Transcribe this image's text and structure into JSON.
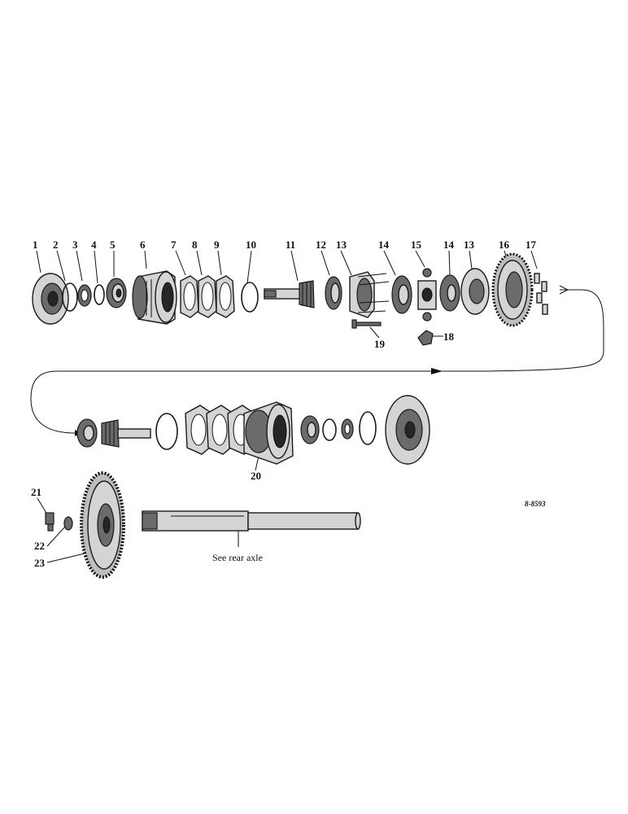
{
  "callouts": [
    "1",
    "2",
    "3",
    "4",
    "5",
    "6",
    "7",
    "8",
    "9",
    "10",
    "11",
    "12",
    "13",
    "14",
    "15",
    "14",
    "13",
    "16",
    "17",
    "18",
    "19",
    "20",
    "21",
    "22",
    "23"
  ],
  "axle_note": "See rear axle",
  "drawing_ref": "8-8593"
}
